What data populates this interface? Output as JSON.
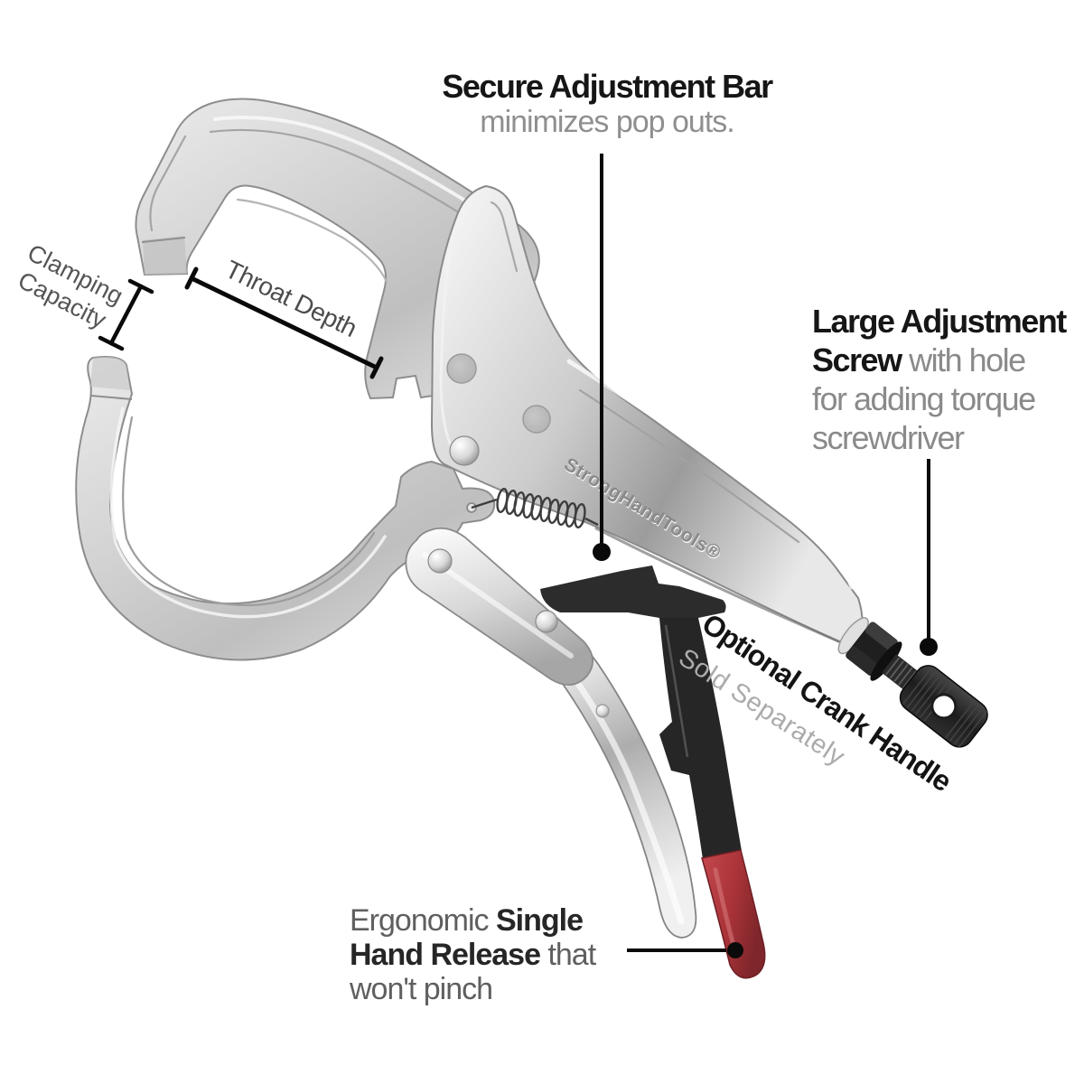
{
  "page": {
    "background": "#ffffff",
    "kind": "annotated product illustration",
    "product": "locking c-clamp pliers"
  },
  "brand": {
    "engraving": "StrongHandTools®"
  },
  "callouts": {
    "secure": {
      "title": "Secure Adjustment Bar",
      "subtitle": "minimizes pop outs."
    },
    "screw": {
      "bold_line1": "Large Adjustment",
      "bold_line2": "Screw",
      "gray_line2": " with hole",
      "gray_line3": "for adding torque",
      "gray_line4": "screwdriver"
    },
    "release": {
      "gray_lead": "Ergonomic ",
      "bold_line1": "Single",
      "bold_line2": "Hand Release",
      "gray_tail2": " that",
      "gray_line3": "won't pinch"
    },
    "crank": {
      "title": "Optional Crank Handle",
      "subtitle": "Sold Separately"
    }
  },
  "measurements": {
    "clamping": {
      "line1": "Clamping",
      "line2": "Capacity"
    },
    "throat": {
      "label": "Throat Depth"
    }
  },
  "colors": {
    "background": "#ffffff",
    "text_dark": "#161616",
    "text_gray": "#8a8a8a",
    "text_medium_gray": "#5f5f5f",
    "measure_label_gray": "#555555",
    "callout_line": "#0a0a0a",
    "metal_light": "#f2f2f2",
    "metal_mid": "#c9c9c9",
    "metal_dark": "#8f8f8f",
    "black_parts": "#232323",
    "red_grip": "#a93338"
  }
}
